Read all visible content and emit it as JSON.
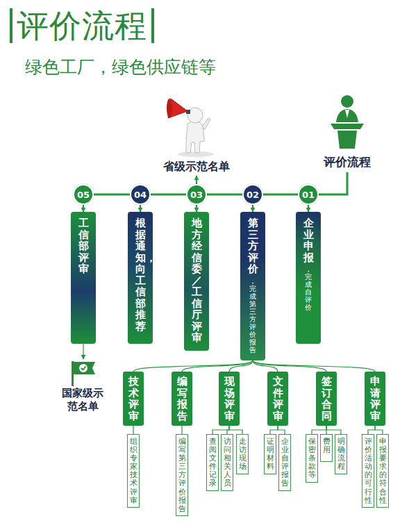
{
  "diagram": {
    "title": "评价流程",
    "nodes": [
      {
        "text": [
          "评价流程"
        ]
      },
      {
        "text": [
          "01"
        ]
      },
      {
        "text": [
          "企业申报",
          "，完成自评价"
        ]
      },
      {
        "text": [
          "02"
        ]
      },
      {
        "text": [
          "第三方评价",
          "，完成第三方评价报告"
        ]
      },
      {
        "text": [
          "03"
        ]
      },
      {
        "text": [
          "地方经信委／工信厅评审"
        ]
      },
      {
        "text": [
          "省级示范名单"
        ]
      },
      {
        "text": [
          "04"
        ]
      },
      {
        "text": [
          "根据通知，向工信部推荐"
        ]
      },
      {
        "text": [
          "05"
        ]
      },
      {
        "text": [
          "工信部评审"
        ]
      },
      {
        "text": [
          "国家级示范名单"
        ]
      },
      {
        "text": [
          "技术评审"
        ]
      },
      {
        "text": [
          "编写报告"
        ]
      },
      {
        "text": [
          "现场评审"
        ]
      },
      {
        "text": [
          "文件评审"
        ]
      },
      {
        "text": [
          "签订合同"
        ]
      },
      {
        "text": [
          "申请评审"
        ]
      },
      {
        "text": [
          "组织专家技术评审"
        ]
      },
      {
        "text": [
          "编写第三方评价报告"
        ]
      },
      {
        "text": [
          "查阅文件、记录"
        ]
      },
      {
        "text": [
          "访问相关人员"
        ]
      },
      {
        "text": [
          "走访现场"
        ]
      },
      {
        "text": [
          "证明材料"
        ]
      },
      {
        "text": [
          "企业自评报告"
        ]
      },
      {
        "text": [
          "保密条款等"
        ]
      },
      {
        "text": [
          "费用"
        ]
      },
      {
        "text": [
          "明确流程"
        ]
      },
      {
        "text": [
          "评价活动的可行性"
        ]
      },
      {
        "text": [
          "申报要求的符合性"
        ]
      }
    ],
    "edges": [
      {
        "from": 0,
        "to": 1,
        "arrow": "none"
      },
      {
        "from": 1,
        "to": 2,
        "arrow": "to"
      },
      {
        "from": 1,
        "to": 3,
        "arrow": "none"
      },
      {
        "from": 3,
        "to": 4,
        "arrow": "to"
      },
      {
        "from": 3,
        "to": 5,
        "arrow": "none"
      },
      {
        "from": 5,
        "to": 6,
        "arrow": "to"
      },
      {
        "from": 5,
        "to": 7,
        "arrow": "to"
      },
      {
        "from": 5,
        "to": 8,
        "arrow": "none"
      },
      {
        "from": 8,
        "to": 9,
        "arrow": "to"
      },
      {
        "from": 8,
        "to": 10,
        "arrow": "none"
      },
      {
        "from": 10,
        "to": 11,
        "arrow": "to"
      },
      {
        "from": 11,
        "to": 12,
        "arrow": "to"
      },
      {
        "from": 4,
        "to": 13,
        "arrow": "none"
      },
      {
        "from": 4,
        "to": 14,
        "arrow": "none"
      },
      {
        "from": 4,
        "to": 15,
        "arrow": "none"
      },
      {
        "from": 4,
        "to": 16,
        "arrow": "none"
      },
      {
        "from": 4,
        "to": 17,
        "arrow": "none"
      },
      {
        "from": 4,
        "to": 18,
        "arrow": "none"
      },
      {
        "from": 13,
        "to": 19,
        "arrow": "none"
      },
      {
        "from": 14,
        "to": 20,
        "arrow": "none"
      },
      {
        "from": 15,
        "to": 21,
        "arrow": "none"
      },
      {
        "from": 15,
        "to": 22,
        "arrow": "none"
      },
      {
        "from": 15,
        "to": 23,
        "arrow": "none"
      },
      {
        "from": 16,
        "to": 24,
        "arrow": "none"
      },
      {
        "from": 16,
        "to": 25,
        "arrow": "none"
      },
      {
        "from": 17,
        "to": 26,
        "arrow": "none"
      },
      {
        "from": 17,
        "to": 27,
        "arrow": "none"
      },
      {
        "from": 17,
        "to": 28,
        "arrow": "none"
      },
      {
        "from": 18,
        "to": 29,
        "arrow": "none"
      },
      {
        "from": 18,
        "to": 30,
        "arrow": "none"
      }
    ],
    "labels": [
      "绿色工厂，绿色供应链等"
    ]
  }
}
